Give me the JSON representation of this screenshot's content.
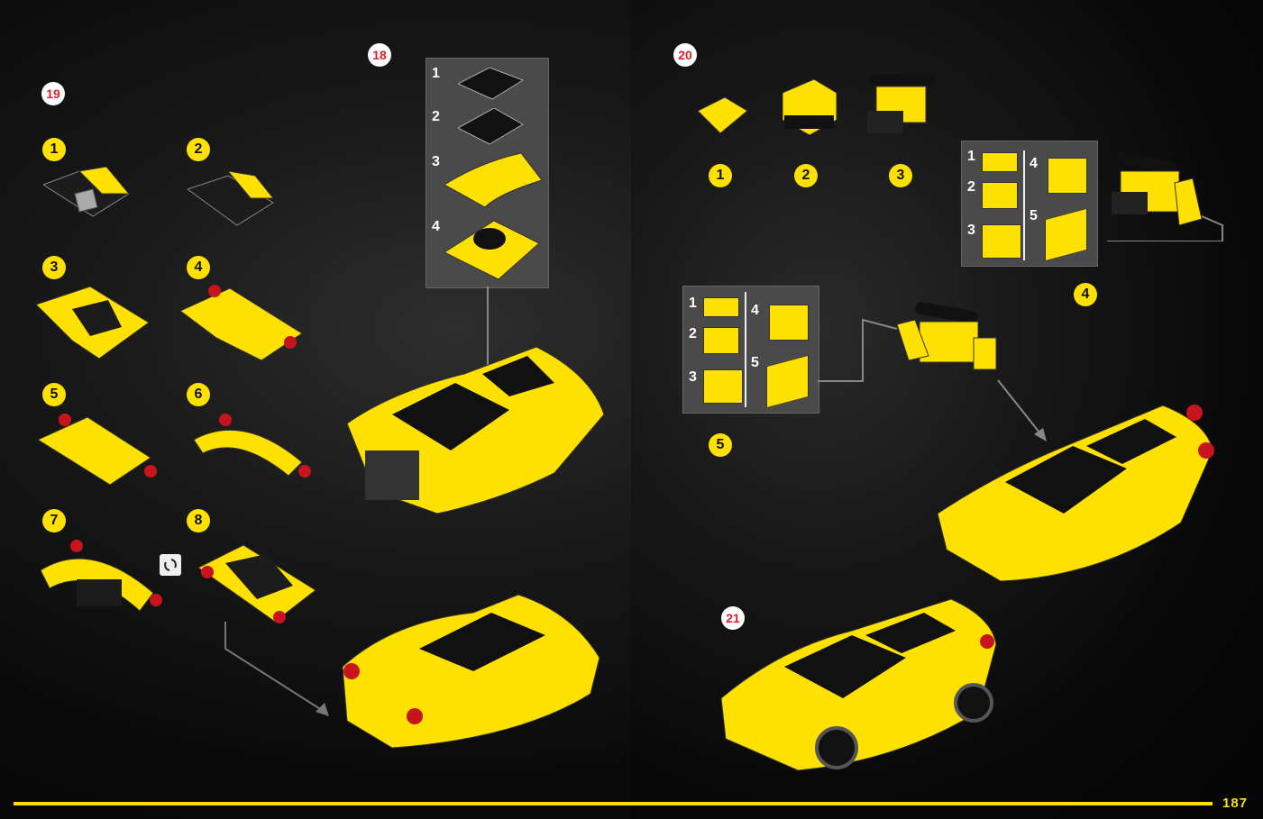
{
  "page": {
    "number": "187",
    "accent_color": "#ffe100",
    "step_color": "#e0202a"
  },
  "steps": [
    {
      "id": "step-18",
      "label": "18"
    },
    {
      "id": "step-19",
      "label": "19"
    },
    {
      "id": "step-20",
      "label": "20"
    },
    {
      "id": "step-21",
      "label": "21"
    }
  ],
  "step19": {
    "substeps": [
      "1",
      "2",
      "3",
      "4",
      "5",
      "6",
      "7",
      "8"
    ],
    "rotate_icon": "rotate-icon"
  },
  "step18": {
    "callout_items": [
      "1",
      "2",
      "3",
      "4"
    ]
  },
  "step20": {
    "substeps": [
      "1",
      "2",
      "3",
      "4",
      "5"
    ],
    "callout_a_items": [
      "1",
      "2",
      "3",
      "4",
      "5"
    ],
    "callout_b_items": [
      "1",
      "2",
      "3",
      "4",
      "5"
    ]
  }
}
